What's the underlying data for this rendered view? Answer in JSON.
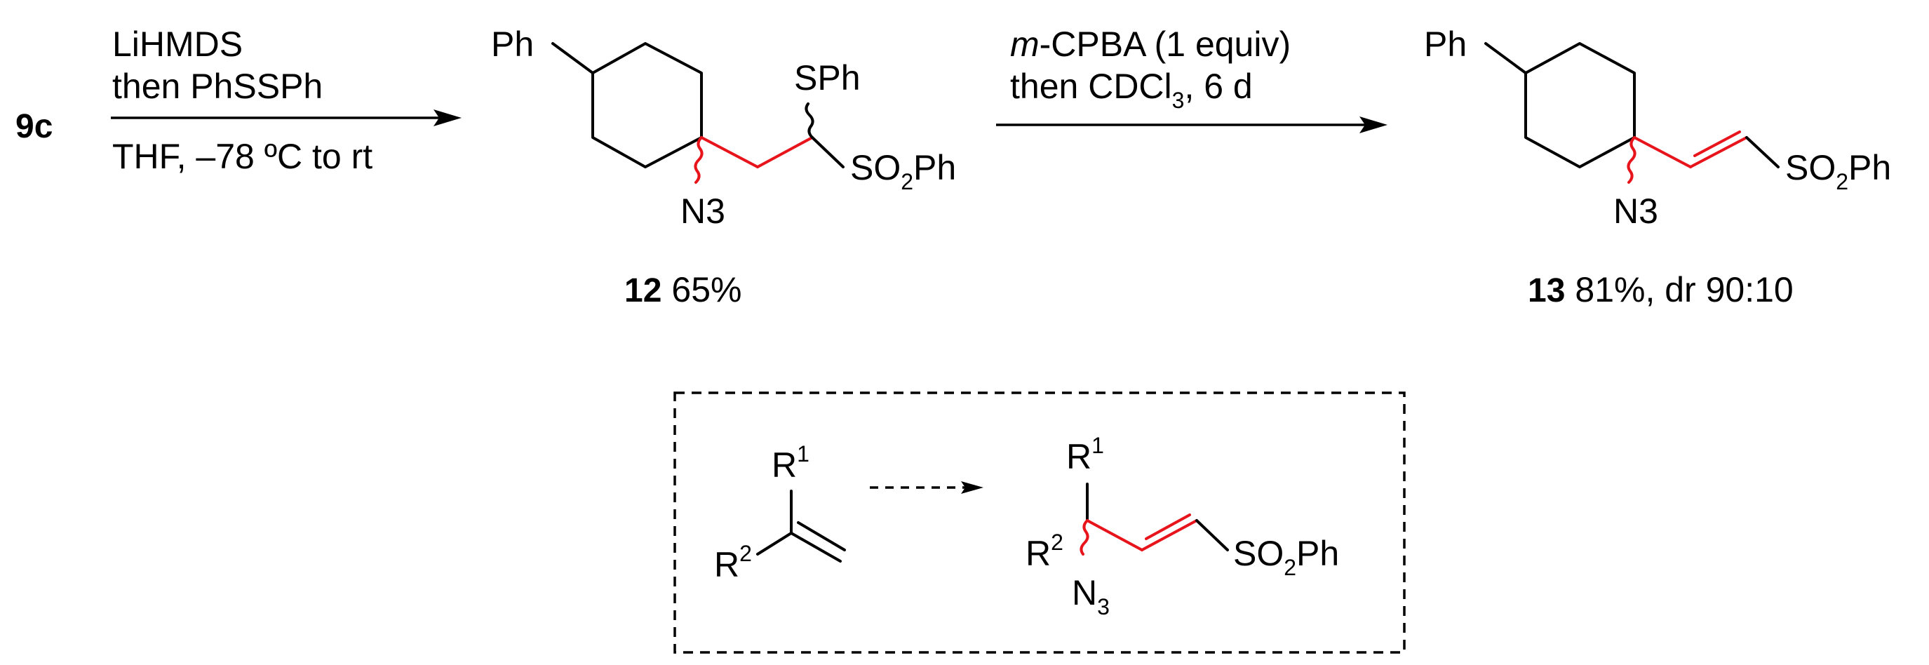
{
  "start_compound": "9c",
  "step1": {
    "reagent_line1": "LiHMDS",
    "reagent_line2": "then PhSSPh",
    "conditions": "THF, –78 ºC to rt"
  },
  "compound12": {
    "top_substituent": "Ph",
    "sulfide": "SPh",
    "sulfone": "SO2Ph",
    "azide": "N3",
    "number": "12",
    "yield": "65%"
  },
  "step2": {
    "reagent_italic": "m",
    "reagent_rest": "-CPBA (1 equiv)",
    "conditions": "then CDCl3, 6 d"
  },
  "compound13": {
    "top_substituent": "Ph",
    "sulfone": "SO2Ph",
    "azide": "N3",
    "number": "13",
    "yield_dr": "81%, dr 90:10"
  },
  "generalization": {
    "substrate_r1": "R1",
    "substrate_r2": "R2",
    "product_r1": "R1",
    "product_r2": "R2",
    "product_azide": "N3",
    "product_sulfone": "SO2Ph"
  },
  "colors": {
    "new_bond": "#e8141b",
    "ink": "#000000"
  }
}
